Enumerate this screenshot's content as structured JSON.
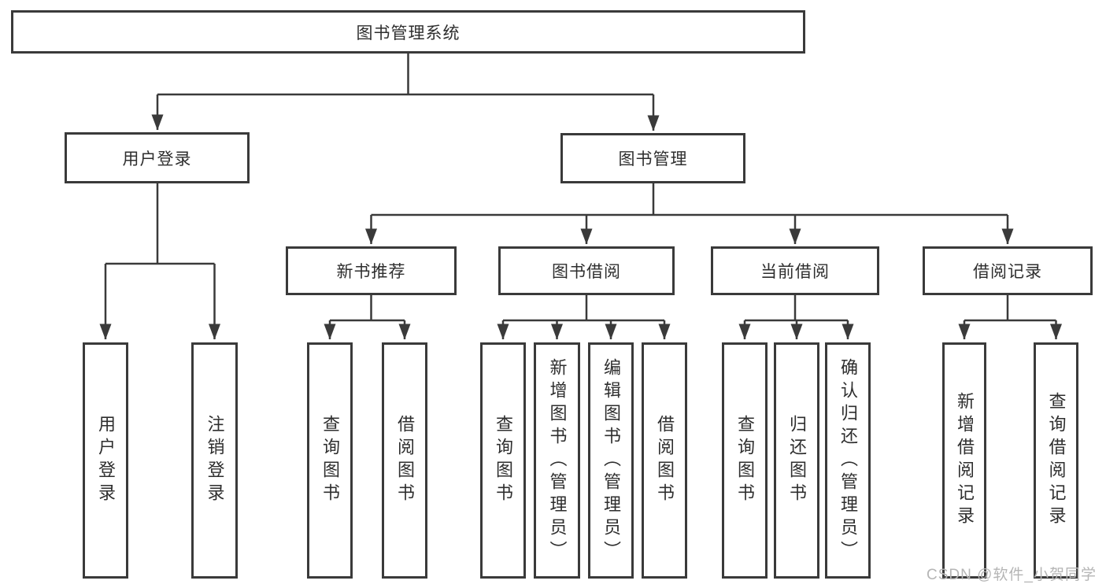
{
  "root": {
    "label": "图书管理系统"
  },
  "branches": [
    {
      "label": "用户登录",
      "leaves": [
        {
          "label": "用户登录"
        },
        {
          "label": "注销登录"
        }
      ]
    },
    {
      "label": "图书管理",
      "groups": [
        {
          "label": "新书推荐",
          "leaves": [
            {
              "label": "查询图书"
            },
            {
              "label": "借阅图书"
            }
          ]
        },
        {
          "label": "图书借阅",
          "leaves": [
            {
              "label": "查询图书"
            },
            {
              "label": "新增图书（管理员）"
            },
            {
              "label": "编辑图书（管理员）"
            },
            {
              "label": "借阅图书"
            }
          ]
        },
        {
          "label": "当前借阅",
          "leaves": [
            {
              "label": "查询图书"
            },
            {
              "label": "归还图书"
            },
            {
              "label": "确认归还（管理员）"
            }
          ]
        },
        {
          "label": "借阅记录",
          "leaves": [
            {
              "label": "新增借阅记录"
            },
            {
              "label": "查询借阅记录"
            }
          ]
        }
      ]
    }
  ],
  "watermark": "CSDN @软件_小贺同学",
  "colors": {
    "line": "#3a3a3a",
    "text": "#2e2e2e",
    "watermark": "#b5b5b5",
    "background": "#ffffff"
  }
}
